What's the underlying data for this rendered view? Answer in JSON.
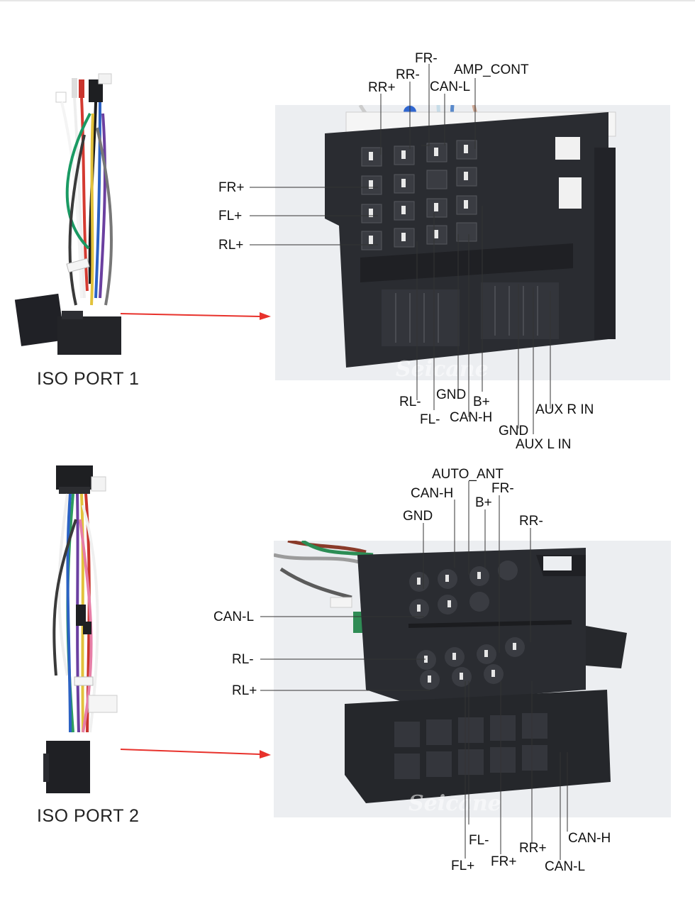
{
  "watermark": "Seicane",
  "port1": {
    "title": "ISO PORT 1",
    "labels": {
      "fr_minus": "FR-",
      "rr_minus": "RR-",
      "amp_cont": "AMP_CONT",
      "rr_plus": "RR+",
      "can_l": "CAN-L",
      "fr_plus": "FR+",
      "fl_plus": "FL+",
      "rl_plus": "RL+",
      "rl_minus": "RL-",
      "gnd_a": "GND",
      "b_plus": "B+",
      "fl_minus": "FL-",
      "can_h": "CAN-H",
      "aux_r_in": "AUX R IN",
      "gnd_b": "GND",
      "aux_l_in": "AUX L IN"
    }
  },
  "port2": {
    "title": "ISO PORT 2",
    "labels": {
      "auto_ant": "AUTO_ANT",
      "can_h_top": "CAN-H",
      "fr_minus": "FR-",
      "b_plus": "B+",
      "gnd": "GND",
      "rr_minus": "RR-",
      "can_l_left": "CAN-L",
      "rl_minus": "RL-",
      "rl_plus": "RL+",
      "fl_minus": "FL-",
      "can_h_bottom": "CAN-H",
      "rr_plus": "RR+",
      "fl_plus": "FL+",
      "fr_plus": "FR+",
      "can_l_bottom": "CAN-L"
    }
  },
  "colors": {
    "arrow": "#e8322c",
    "connector": "#2a2c31",
    "photo_bg": "#eceef1"
  }
}
